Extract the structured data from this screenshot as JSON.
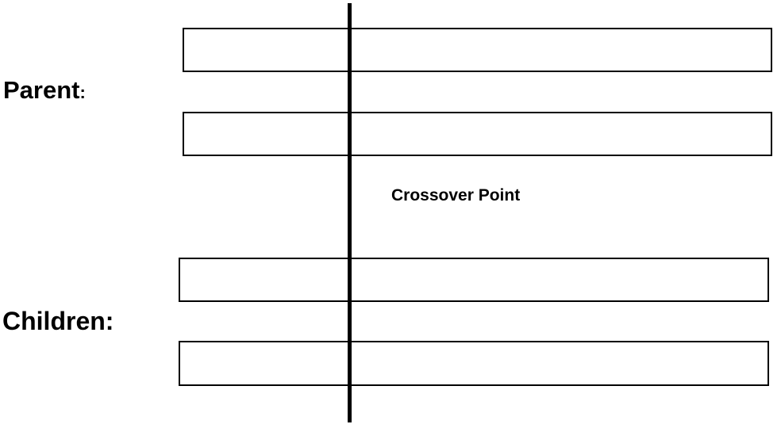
{
  "parent": {
    "label": "Parent",
    "colon": ":",
    "chromosomes": 2
  },
  "children": {
    "label": "Children:",
    "chromosomes": 2
  },
  "crossover": {
    "label": "Crossover Point"
  },
  "colors": {
    "line": "#000000",
    "background": "#ffffff"
  }
}
